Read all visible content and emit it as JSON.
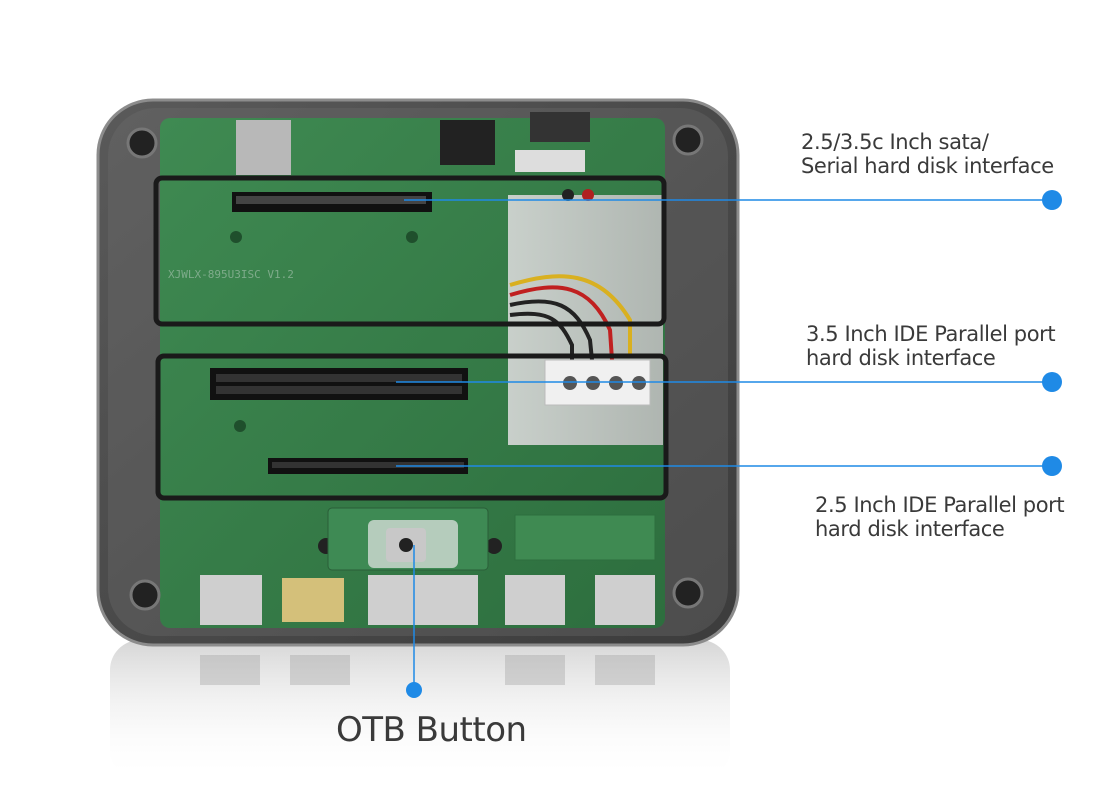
{
  "annotations": {
    "sata": {
      "lines": [
        "2.5/3.5c Inch sata/",
        "Serial hard disk interface"
      ]
    },
    "ide35": {
      "lines": [
        "3.5  Inch IDE Parallel port",
        "hard disk interface"
      ]
    },
    "ide25": {
      "lines": [
        "2.5 Inch IDE Parallel port",
        "hard disk interface"
      ]
    },
    "otb": {
      "label": "OTB Button"
    }
  },
  "board_silkscreen": "XJWLX-895U3ISC V1.2",
  "colors": {
    "callout": "#1f8ae6",
    "text": "#3a3a3a"
  }
}
